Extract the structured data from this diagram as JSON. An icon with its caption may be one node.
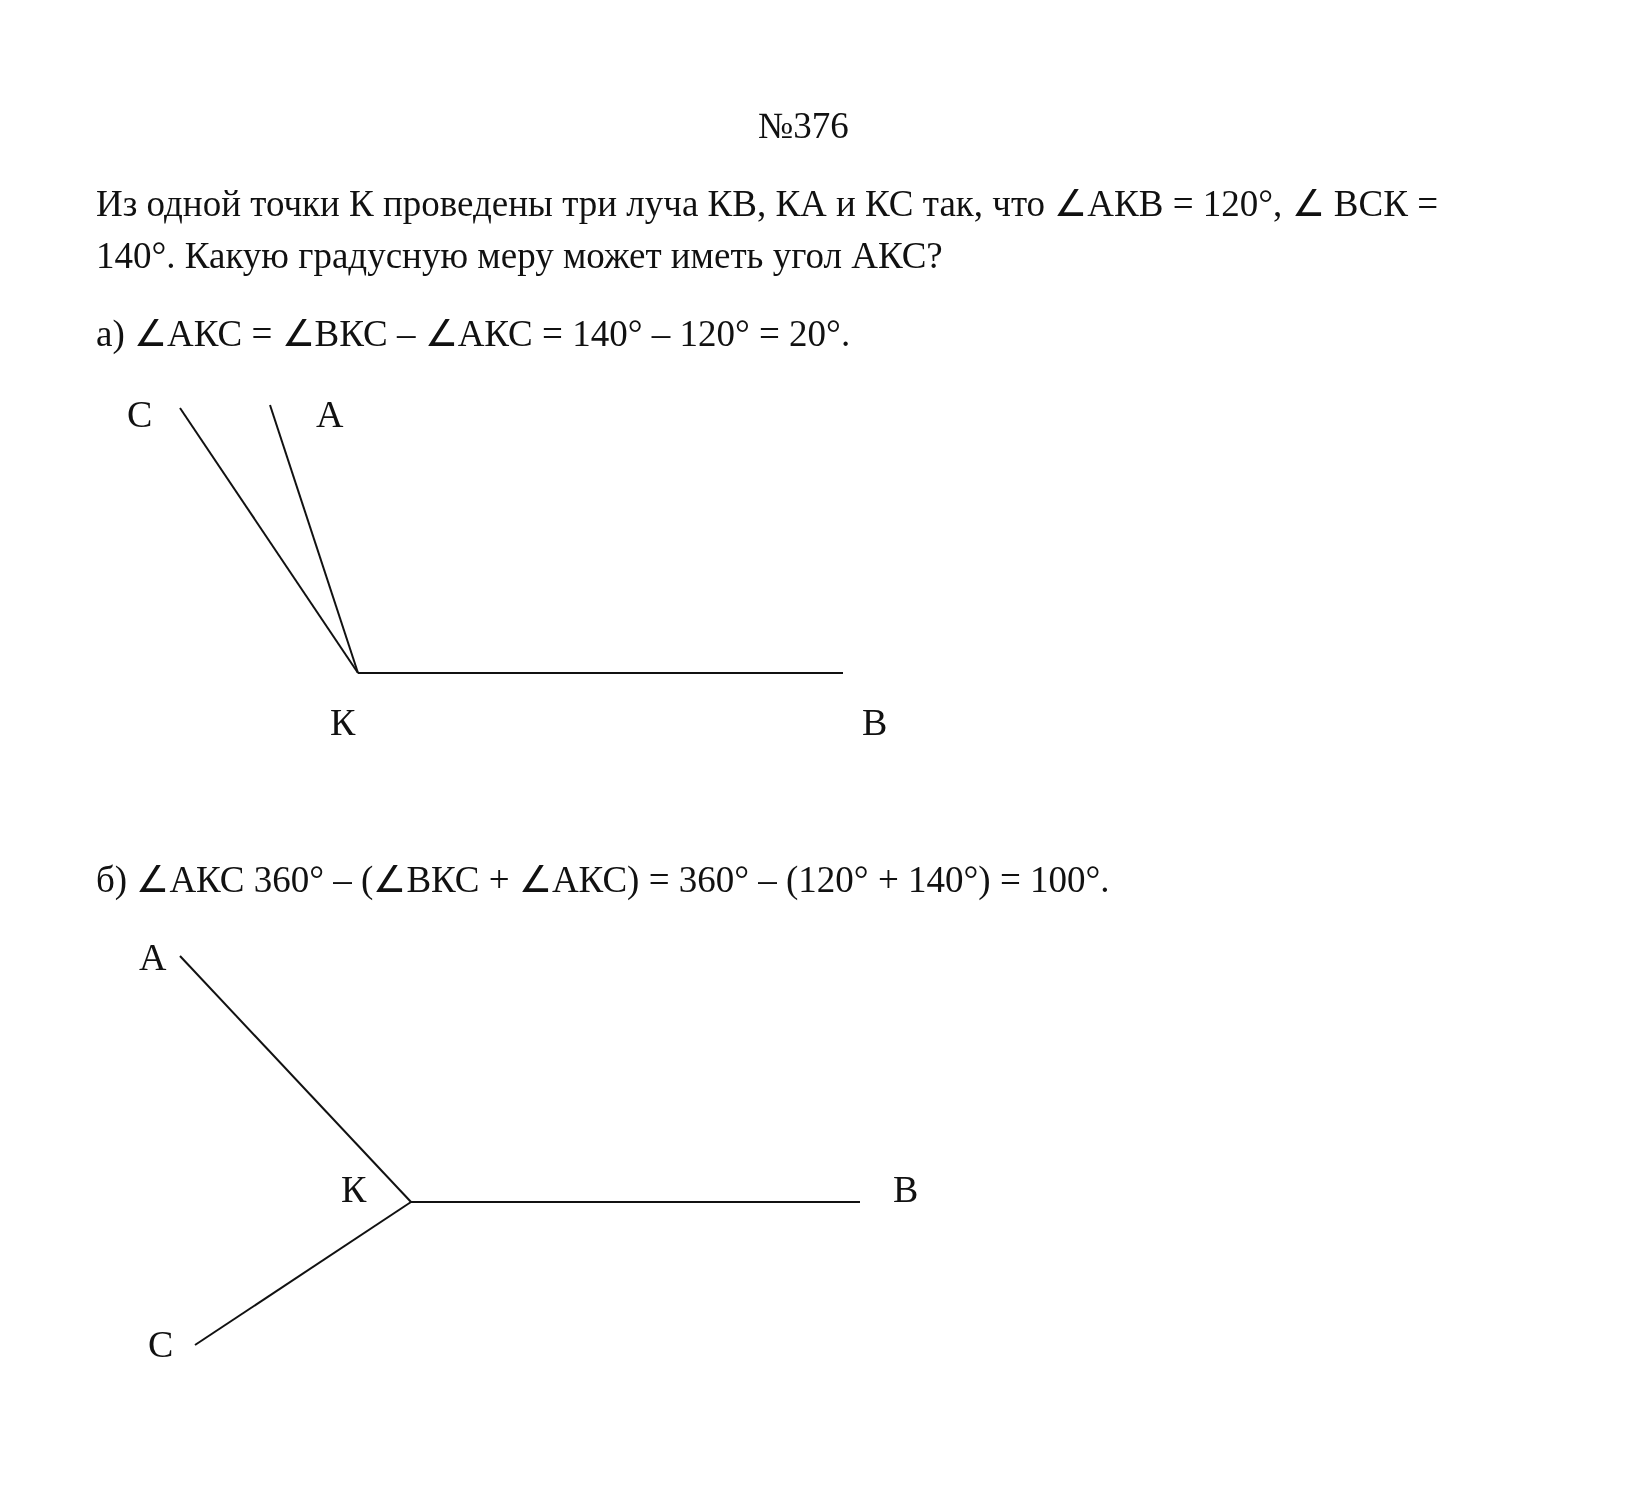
{
  "diagram": {
    "title": "№376",
    "labels": [
      "Из одной точки К проведены три луча КВ, КА и КС так, что ∠АКВ = 120°, ∠ ВСК = 140°. Какую градусную меру может иметь угол АКС?",
      "а) ∠АКС = ∠ВКС – ∠АКС = 140° – 120° = 20°.",
      "С",
      "А",
      "К",
      "В",
      "б) ∠АКС 360° – (∠ВКС + ∠АКС) = 360° – (120° + 140°) = 100°.",
      "А",
      "К",
      "В",
      "С"
    ]
  }
}
